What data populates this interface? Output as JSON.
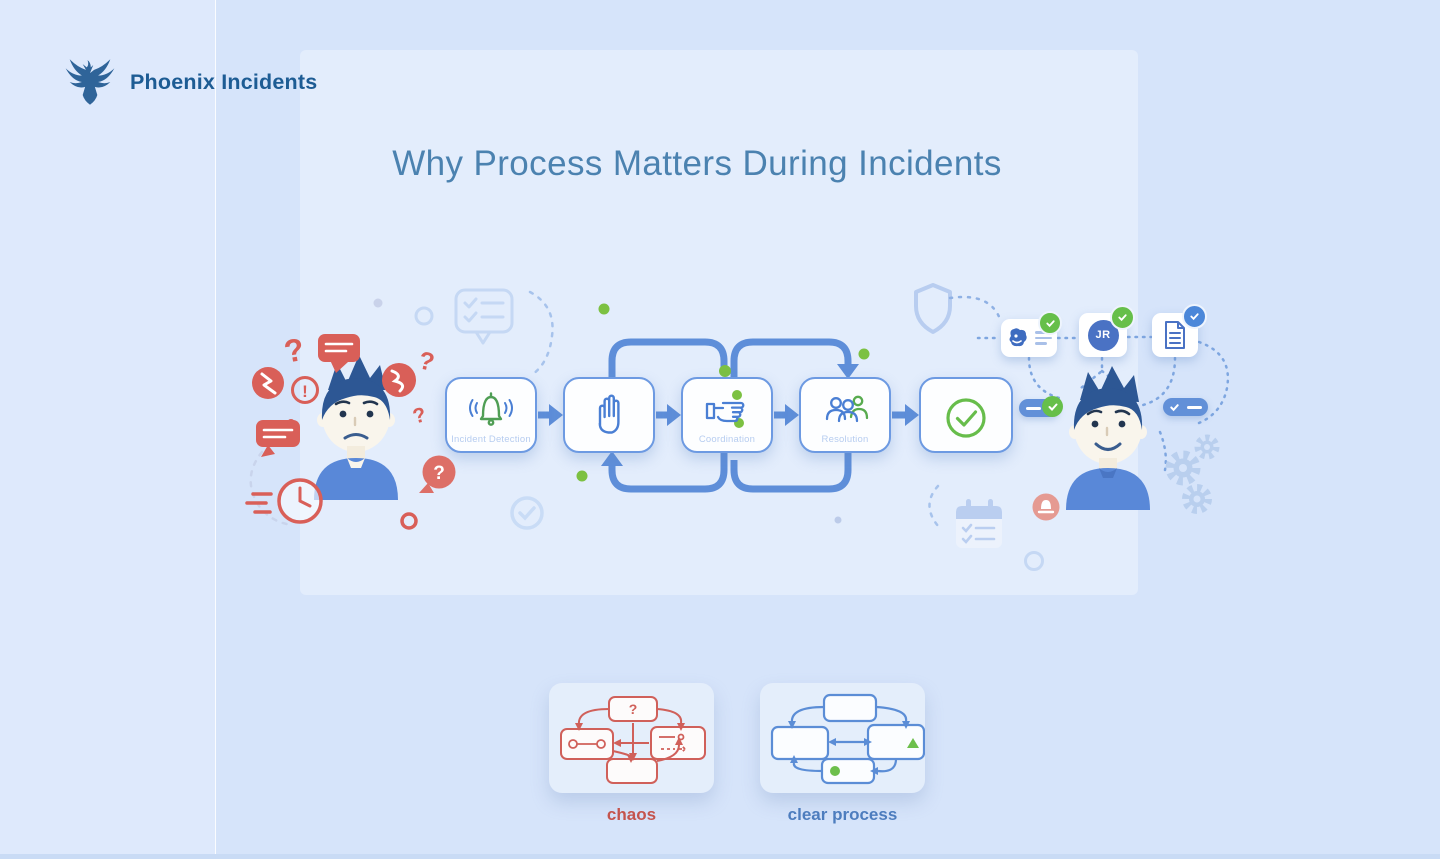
{
  "brand": {
    "name": "Phoenix Incidents"
  },
  "page": {
    "title": "Why Process Matters During Incidents"
  },
  "flow": {
    "steps": [
      {
        "id": "incident-detection",
        "label": "Incident Detection",
        "icon": "alert-bell-icon"
      },
      {
        "id": "acknowledge",
        "label": "",
        "icon": "raised-hand-icon"
      },
      {
        "id": "coordination",
        "label": "Coordination",
        "icon": "pointing-hand-icon"
      },
      {
        "id": "resolution",
        "label": "Resolution",
        "icon": "team-icon"
      },
      {
        "id": "resolved",
        "label": "",
        "icon": "success-check-icon"
      }
    ]
  },
  "integration_cards": [
    {
      "icon": "chat-animal-icon",
      "badge": "check",
      "badge_color": "#66bf4a"
    },
    {
      "icon": "jira-circle-icon",
      "text": "JR",
      "badge": "check",
      "badge_color": "#66bf4a"
    },
    {
      "icon": "document-icon",
      "badge": "check",
      "badge_color": "#4b87d9"
    }
  ],
  "comparison": {
    "chaos": {
      "label": "chaos",
      "box_glyph": "?"
    },
    "clear": {
      "label": "clear process"
    }
  },
  "decorations": {
    "question_mark": "?",
    "exclamation": "!"
  },
  "colors": {
    "background": "#d6e4fa",
    "left_panel": "#dee9fc",
    "title_text": "#4b82b0",
    "brand_text": "#1d5c94",
    "flow_blue": "#5e8ed9",
    "box_border": "#6d9ae2",
    "chaos_red": "#d95f58",
    "success_green": "#67bd4b",
    "deco_blue": "#b8cdf0"
  }
}
